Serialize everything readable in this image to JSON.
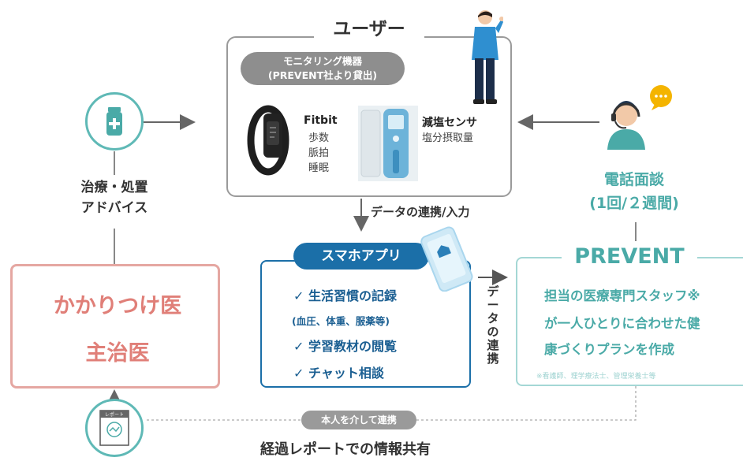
{
  "user": {
    "title": "ユーザー",
    "monitor_line1": "モニタリング機器",
    "monitor_line2": "(PREVENT社より貸出)",
    "fitbit_title": "Fitbit",
    "fitbit_items": [
      "歩数",
      "脈拍",
      "睡眠"
    ],
    "sensor_title": "減塩センサ",
    "sensor_sub": "塩分摂取量"
  },
  "data_link_input": "データの連携/入力",
  "app": {
    "title": "スマホアプリ",
    "items": [
      {
        "text": "✓ 生活習慣の記録"
      },
      {
        "text": "(血圧、体重、服薬等)"
      },
      {
        "text": "✓ 学習教材の閲覧"
      },
      {
        "text": "✓ チャット相談"
      }
    ]
  },
  "data_link_vertical": [
    "デ",
    "ー",
    "タ",
    "の",
    "連",
    "携"
  ],
  "doctor": {
    "line1": "かかりつけ医",
    "line2": "主治医"
  },
  "treatment": {
    "line1": "治療・処置",
    "line2": "アドバイス"
  },
  "prevent": {
    "title": "PREVENT",
    "lines": [
      "担当の医療専門スタッフ※",
      "が一人ひとりに合わせた健",
      "康づくりプランを作成"
    ],
    "note": "※看護師、理学療法士、管理栄養士等"
  },
  "phone": {
    "line1": "電話面談",
    "line2": "(1回/２週間)"
  },
  "report": {
    "icon_label": "レポート"
  },
  "share": {
    "pill": "本人を介して連携",
    "label": "経過レポートでの情報共有"
  },
  "colors": {
    "teal": "#4aaaa7",
    "blue": "#1b6fa8",
    "pink": "#e07f78",
    "gray": "#8e8e8e"
  }
}
